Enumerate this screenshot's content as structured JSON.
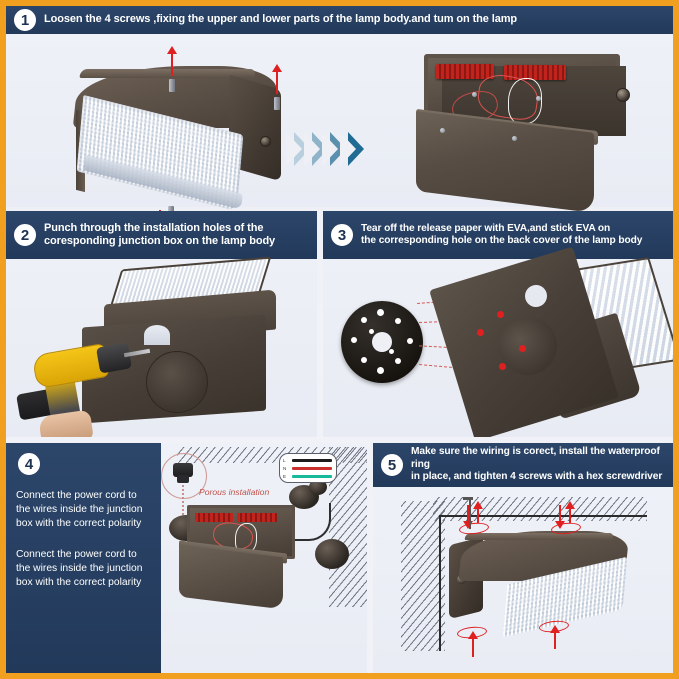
{
  "document": {
    "type": "installation-instruction-sheet",
    "border_color": "#f0a01e",
    "header_bg": "#27405f",
    "stage_bg": "#eef0f6",
    "accent_red": "#e02020",
    "chevron_colors": [
      "#b9cfde",
      "#8fb3c9",
      "#5b8fae",
      "#1f6b93"
    ]
  },
  "steps": [
    {
      "number": "1",
      "text": "Loosen the 4 screws ,fixing the upper and lower parts of the lamp body.and tum on the lamp",
      "image_alt": "wall pack light fixture closed, with red arrows on 4 screws, then opened showing internal wiring"
    },
    {
      "number": "2",
      "text_line1": "Punch through the installation holes of the",
      "text_line2": "coresponding junction box on the lamp body",
      "image_alt": "yellow cordless drill punching holes in the back cover of the lamp body"
    },
    {
      "number": "3",
      "text_line1": "Tear off the release paper with EVA,and stick EVA on",
      "text_line2": "the corresponding hole on the back cover of the lamp body",
      "image_alt": "black circular EVA gasket with holes and red dashed arrows pointing to the back cover"
    },
    {
      "number": "4",
      "paragraph1": "Connect the power cord to the wires inside the junction box with the correct polarity",
      "paragraph2": "Connect the power cord to the wires inside the junction box with the correct polarity",
      "callout_label": "Porous installation",
      "wire_labels": [
        "L",
        "N",
        "E"
      ],
      "image_alt": "wall with conduit, junction box and lamp body wiring connection diagram"
    },
    {
      "number": "5",
      "text_line1": "Make sure the wiring is corect, install the waterproof ring",
      "text_line2": "in place, and tighten 4 screws with a hex screwdriver",
      "image_alt": "lamp mounted on wall with red arrows and rings at the 4 screw positions"
    }
  ]
}
